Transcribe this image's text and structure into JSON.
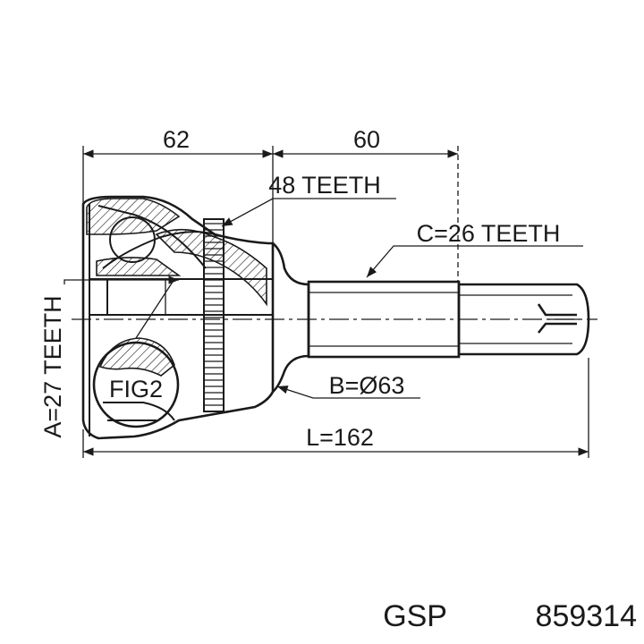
{
  "dimensions": {
    "left_width": "62",
    "right_width": "60",
    "outer_teeth": "48 TEETH",
    "spline_c": "C=26 TEETH",
    "diameter_b": "B=Ø63",
    "length_l": "L=162",
    "spline_a": "A=27 TEETH",
    "figure_label": "FIG2"
  },
  "footer": {
    "brand": "GSP",
    "part_number": "859314"
  }
}
